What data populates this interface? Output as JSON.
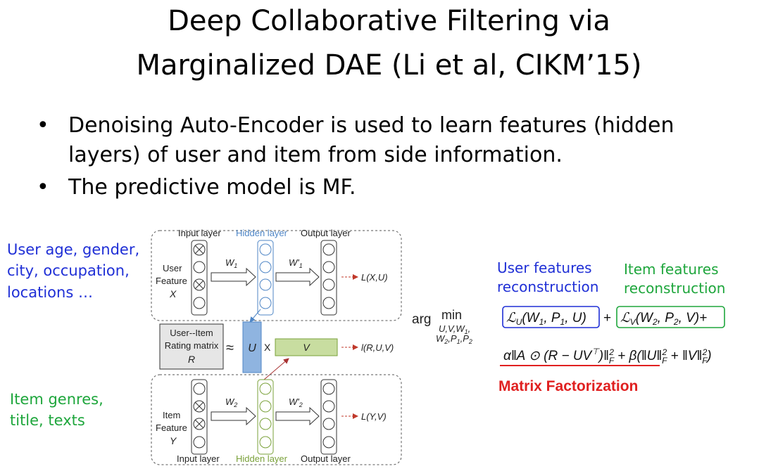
{
  "title_line1": "Deep Collaborative Filtering via",
  "title_line2": "Marginalized DAE (Li et al, CIKM’15)",
  "bullets": [
    {
      "text": "Denoising Auto-Encoder is used to learn features (hidden",
      "text2": "layers) of user and item from side information."
    },
    {
      "text": "The predictive model is MF."
    }
  ],
  "bullet_symbol": "•",
  "side_user": [
    "User age, gender,",
    "city, occupation,",
    "locations …"
  ],
  "side_item": [
    "Item genres,",
    "title, texts"
  ],
  "diagram": {
    "top": {
      "input_layer": "Input layer",
      "hidden_layer": "Hidden layer",
      "output_layer": "Output layer",
      "feature_label": [
        "User",
        "Feature",
        "X"
      ],
      "w_in": "W",
      "w_in_sub": "1",
      "w_out": "W'",
      "w_out_sub": "1",
      "loss": "L(X,U)"
    },
    "middle": {
      "rating_box": [
        "User--Item",
        "Rating matrix",
        "R"
      ],
      "approx": "≈",
      "u": "U",
      "times": "X",
      "v": "V",
      "loss": "l(R,U,V)"
    },
    "bottom": {
      "input_layer": "Input layer",
      "hidden_layer": "Hidden layer",
      "output_layer": "Output layer",
      "feature_label": [
        "Item",
        "Feature",
        "Y"
      ],
      "w_in": "W",
      "w_in_sub": "2",
      "w_out": "W'",
      "w_out_sub": "2",
      "loss": "L(Y,V)"
    }
  },
  "formula": {
    "user_features": [
      "User features",
      "reconstruction"
    ],
    "item_features": [
      "Item features",
      "reconstruction"
    ],
    "arg": "arg",
    "min": "min",
    "min_sub1": "U,V,W",
    "min_sub1_sub": "1",
    "min_sub2": "W",
    "min_sub2_parts": [
      "2",
      ",P",
      "1",
      ",P",
      "2"
    ],
    "term_u": "ℒ",
    "term_u_sub": "U",
    "term_u_args": "(W",
    "term_u_args2": "1",
    "term_u_args3": ", P",
    "term_u_args4": "1",
    "term_u_args5": ", U)",
    "plus": "+",
    "term_v": "ℒ",
    "term_v_sub": "V",
    "term_v_args": "(W",
    "term_v_args2": "2",
    "term_v_args3": ", P",
    "term_v_args4": "2",
    "term_v_args5": ", V)+",
    "mf_line": "α‖A ⊙ (R − UV",
    "mf_top": "⊤",
    "mf_rest": ")‖",
    "mf_f": "F",
    "mf_2": "2",
    "mf_reg": " + β(‖U‖",
    "mf_reg2": " + ‖V‖",
    "mf_end": ")",
    "mf_label": "Matrix Factorization"
  },
  "colors": {
    "blue": "#1f2fd6",
    "green": "#1ea63c",
    "red": "#e02020",
    "hidden_top": "#4f86c6",
    "hidden_bottom": "#7aa13a",
    "u_fill": "#8fb4e0",
    "v_fill": "#c8dda0"
  }
}
